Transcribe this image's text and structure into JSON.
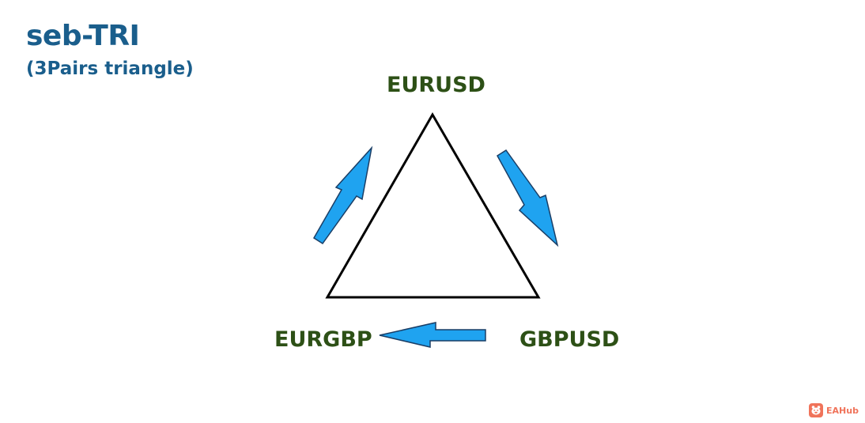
{
  "title": "seb-TRI",
  "subtitle": "(3Pairs triangle)",
  "pairs": {
    "top": "EURUSD",
    "left": "EURGBP",
    "right": "GBPUSD"
  },
  "watermark": {
    "text": "EAHub",
    "icon": "pig-icon"
  },
  "colors": {
    "title": "#1a5e8c",
    "pair_label": "#2d5016",
    "arrow_fill": "#1fa3f0",
    "arrow_stroke": "#1a3e66",
    "triangle_stroke": "#000000",
    "watermark": "#f0735a"
  }
}
